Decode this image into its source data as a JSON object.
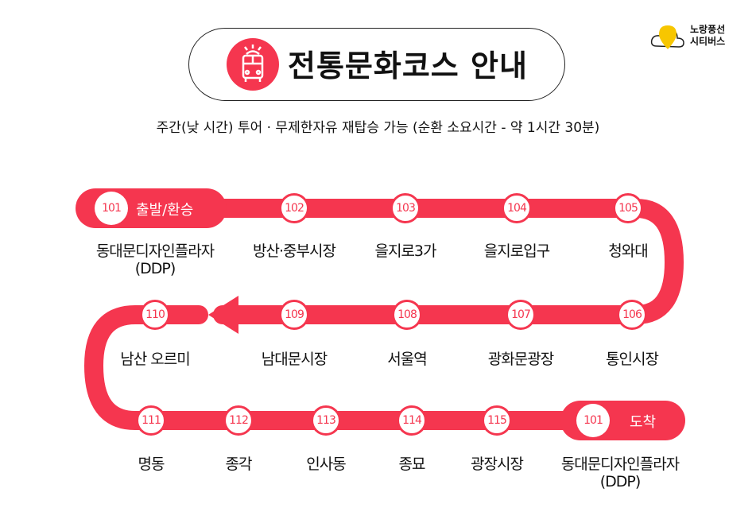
{
  "header": {
    "title": "전통문화코스 안내",
    "logo_line1": "노랑풍선",
    "logo_line2": "시티버스",
    "icon": "bus-icon"
  },
  "subtitle": "주간(낮 시간) 투어 · 무제한자유 재탑승 가능 (순환 소요시간 - 약 1시간 30분)",
  "colors": {
    "accent": "#f5364f",
    "logo": "#f7c600"
  },
  "start": {
    "code": "101",
    "tag": "출발/환승"
  },
  "end": {
    "code": "101",
    "tag": "도착"
  },
  "stations": [
    {
      "code": "101",
      "name": "동대문디자인플라자",
      "sub": "(DDP)"
    },
    {
      "code": "102",
      "name": "방산·중부시장"
    },
    {
      "code": "103",
      "name": "을지로3가"
    },
    {
      "code": "104",
      "name": "을지로입구"
    },
    {
      "code": "105",
      "name": "청와대"
    },
    {
      "code": "106",
      "name": "통인시장"
    },
    {
      "code": "107",
      "name": "광화문광장"
    },
    {
      "code": "108",
      "name": "서울역"
    },
    {
      "code": "109",
      "name": "남대문시장"
    },
    {
      "code": "110",
      "name": "남산 오르미"
    },
    {
      "code": "111",
      "name": "명동"
    },
    {
      "code": "112",
      "name": "종각"
    },
    {
      "code": "113",
      "name": "인사동"
    },
    {
      "code": "114",
      "name": "종묘"
    },
    {
      "code": "115",
      "name": "광장시장"
    },
    {
      "code": "101",
      "name": "동대문디자인플라자",
      "sub": "(DDP)"
    }
  ]
}
